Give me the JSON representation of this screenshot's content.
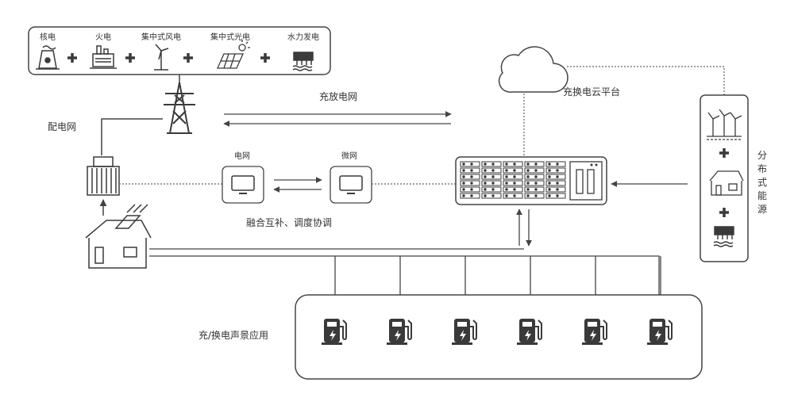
{
  "sources": {
    "nuclear": "核电",
    "thermal": "火电",
    "wind": "集中式风电",
    "solar": "集中式光电",
    "hydro": "水力发电"
  },
  "distribution_grid_label": "配电网",
  "charge_discharge_label": "充放电网",
  "cloud_label": "充换电云平台",
  "grid_label": "电网",
  "microgrid_label": "微网",
  "complement_label": "融合互补、调度协调",
  "distributed_energy_label": [
    "分",
    "布",
    "式",
    "能",
    "源"
  ],
  "scenario_label": "充/换电声景应用",
  "charger_count": 6,
  "colors": {
    "line": "#444444",
    "dotted": "#666666",
    "icon": "#3a3a3a"
  }
}
